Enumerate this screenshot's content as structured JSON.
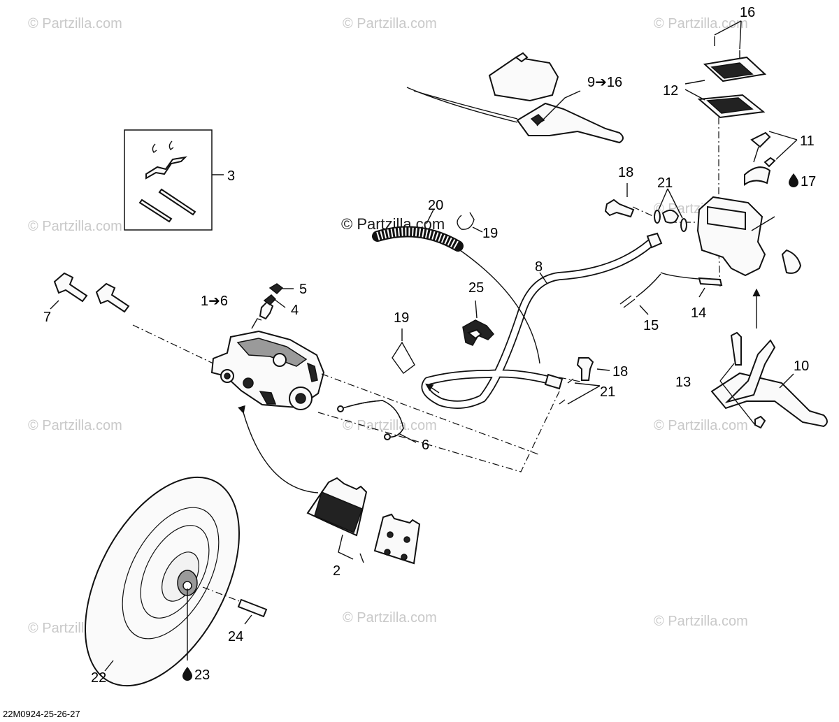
{
  "watermark": {
    "text": "© Partzilla.com",
    "featured_text": "© Partzilla.com"
  },
  "reference_code": "22M0924-25-26-27",
  "callouts": {
    "c1": "1➔6",
    "c2": "2",
    "c3": "3",
    "c4": "4",
    "c5": "5",
    "c6": "6",
    "c7": "7",
    "c8": "8",
    "c9": "9➔16",
    "c10": "10",
    "c11": "11",
    "c12": "12",
    "c13": "13",
    "c14": "14",
    "c15": "15",
    "c16": "16",
    "c17": "17",
    "c18a": "18",
    "c18b": "18",
    "c19a": "19",
    "c19b": "19",
    "c20": "20",
    "c21a": "21",
    "c21b": "21",
    "c22": "22",
    "c23": "23",
    "c24": "24",
    "c25": "25"
  }
}
